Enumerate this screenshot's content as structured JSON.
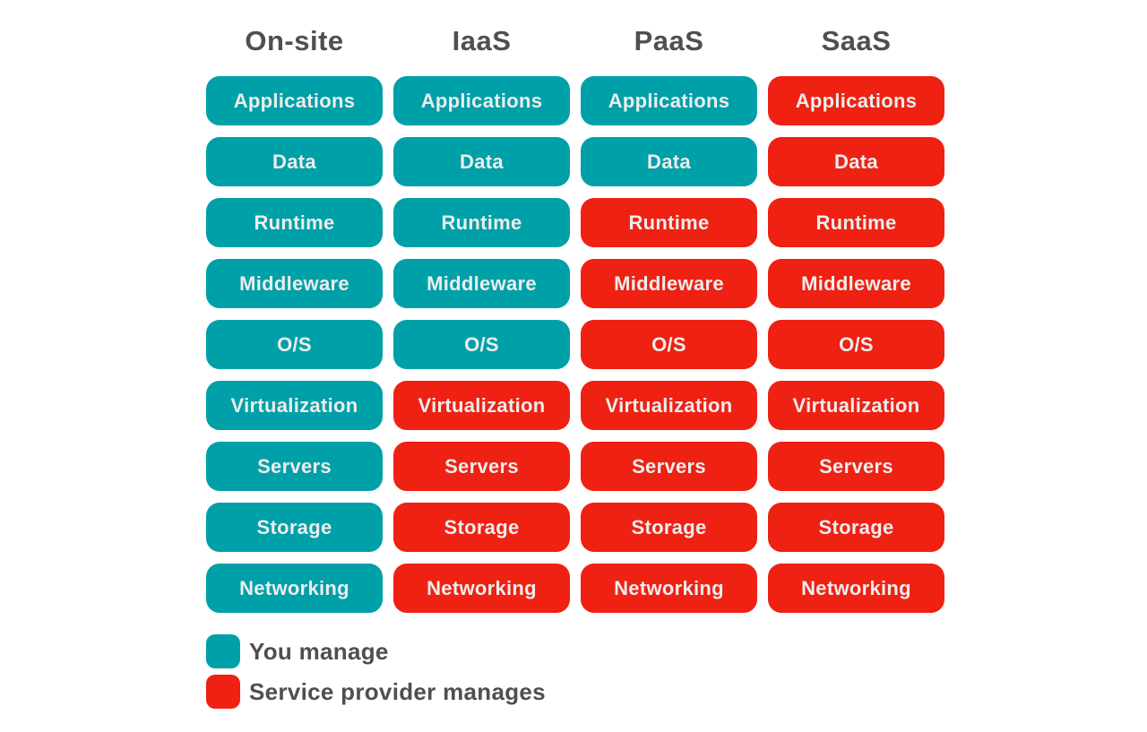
{
  "page": {
    "background": "#ffffff"
  },
  "colors": {
    "you_manage": "#00a0a8",
    "provider_manages": "#ee2113",
    "heading_text": "#4f4f4f",
    "cell_text": "#ededed"
  },
  "diagram": {
    "rows": [
      "Applications",
      "Data",
      "Runtime",
      "Middleware",
      "O/S",
      "Virtualization",
      "Servers",
      "Storage",
      "Networking"
    ],
    "columns": [
      {
        "header": "On-site",
        "managed_by": [
          "you",
          "you",
          "you",
          "you",
          "you",
          "you",
          "you",
          "you",
          "you"
        ]
      },
      {
        "header": "IaaS",
        "managed_by": [
          "you",
          "you",
          "you",
          "you",
          "you",
          "provider",
          "provider",
          "provider",
          "provider"
        ]
      },
      {
        "header": "PaaS",
        "managed_by": [
          "you",
          "you",
          "provider",
          "provider",
          "provider",
          "provider",
          "provider",
          "provider",
          "provider"
        ]
      },
      {
        "header": "SaaS",
        "managed_by": [
          "provider",
          "provider",
          "provider",
          "provider",
          "provider",
          "provider",
          "provider",
          "provider",
          "provider"
        ]
      }
    ]
  },
  "legend": {
    "items": [
      {
        "label": "You manage",
        "color_key": "you_manage"
      },
      {
        "label": "Service provider manages",
        "color_key": "provider_manages"
      }
    ]
  }
}
